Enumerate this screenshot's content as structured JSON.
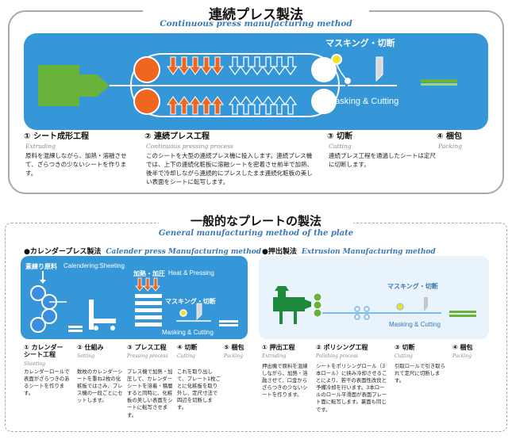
{
  "section1": {
    "title": "連続プレス製法",
    "subtitle": "Continuous press manufacturing method",
    "panel": {
      "label_masking_jp": "マスキング・切断",
      "label_masking_en": "Masking & Cutting"
    },
    "steps": [
      {
        "head": "① シート成形工程",
        "sub": "Extruding",
        "desc": "原料を混練しながら、加熱・溶融させて、ざらつきの少ないシートを作ります。"
      },
      {
        "head": "② 連続プレス工程",
        "sub": "Continuous pressing process",
        "desc": "このシートを大型の連続プレス機に投入します。連続プレス機では、上下の連続化粧板に溶融シートを密着させ前半で加熱、後半で冷却しながら連続的にプレスしたまま連続化粧板の美しい表面をシートに転写します。"
      },
      {
        "head": "③ 切断",
        "sub": "Cutting",
        "desc": "連続プレス工程を通過したシートは定尺に切断します。"
      },
      {
        "head": "④ 梱包",
        "sub": "Packing",
        "desc": ""
      }
    ]
  },
  "section2": {
    "title": "一般的なプレートの製法",
    "subtitle": "General manufacturing method of the plate",
    "calender": {
      "title": "●カレンダープレス製法",
      "title_en": "Calender press Manufacturing method",
      "panel": {
        "material": "素練り原料",
        "sheeting": "Calendering:Sheeting",
        "heat": "加熱・加圧",
        "heat_en": "Heat & Pressing",
        "masking": "マスキング・切断",
        "masking_en": "Masking & Cutting"
      },
      "steps": [
        {
          "head": "① カレンダー\nシート工程",
          "sub": "Sheeting",
          "desc": "カレンダーロールで表面がざらつきのあるシートを作ります。"
        },
        {
          "head": "② 仕組み",
          "sub": "Setting",
          "desc": "数枚のカレンダーシートを重ね2枚の化粧板ではさみ、プレス機の一段ごとにセットします。"
        },
        {
          "head": "③ プレス工程",
          "sub": "Pressing process",
          "desc": "プレス機で加熱・加圧して、カレンダーシートを溶着・積層すると同時に、化粧板の美しい表面をシートに転写させます。"
        },
        {
          "head": "④ 切断",
          "sub": "Cutting",
          "desc": "これを取り出して、プレート1枚ごとに化粧板を取り外し、定尺寸法で四辺を切断します。"
        },
        {
          "head": "⑤ 梱包",
          "sub": "Packing",
          "desc": ""
        }
      ]
    },
    "extrusion": {
      "title": "●押出製法",
      "title_en": "Extrusion Manufacturing method",
      "panel": {
        "masking": "マスキング・切断",
        "masking_en": "Masking & Cutting"
      },
      "steps": [
        {
          "head": "① 押出工程",
          "sub": "Extruding",
          "desc": "押出機で原料を混練しながら、加熱・溶融させて、口金からざらつきの少ないシートを作ります。"
        },
        {
          "head": "② ポリシング工程",
          "sub": "Polishing process",
          "desc": "シートをポリシングロール（3本ロール）に挟み冷却させることにより、若干の表面性改良と予備冷却を行います。3本ロールのロール平滑面が表面プレート面に転写します。裏面も同じです。"
        },
        {
          "head": "③ 切断",
          "sub": "Cutting",
          "desc": "引取ロールで引き取られて定尺に切断します。"
        },
        {
          "head": "④ 梱包",
          "sub": "Packing",
          "desc": ""
        }
      ]
    }
  },
  "colors": {
    "panel_blue": "#3597d8",
    "roller_orange": "#ee6620",
    "machine_green": "#68b23a",
    "title_blue": "#3b78b4"
  }
}
